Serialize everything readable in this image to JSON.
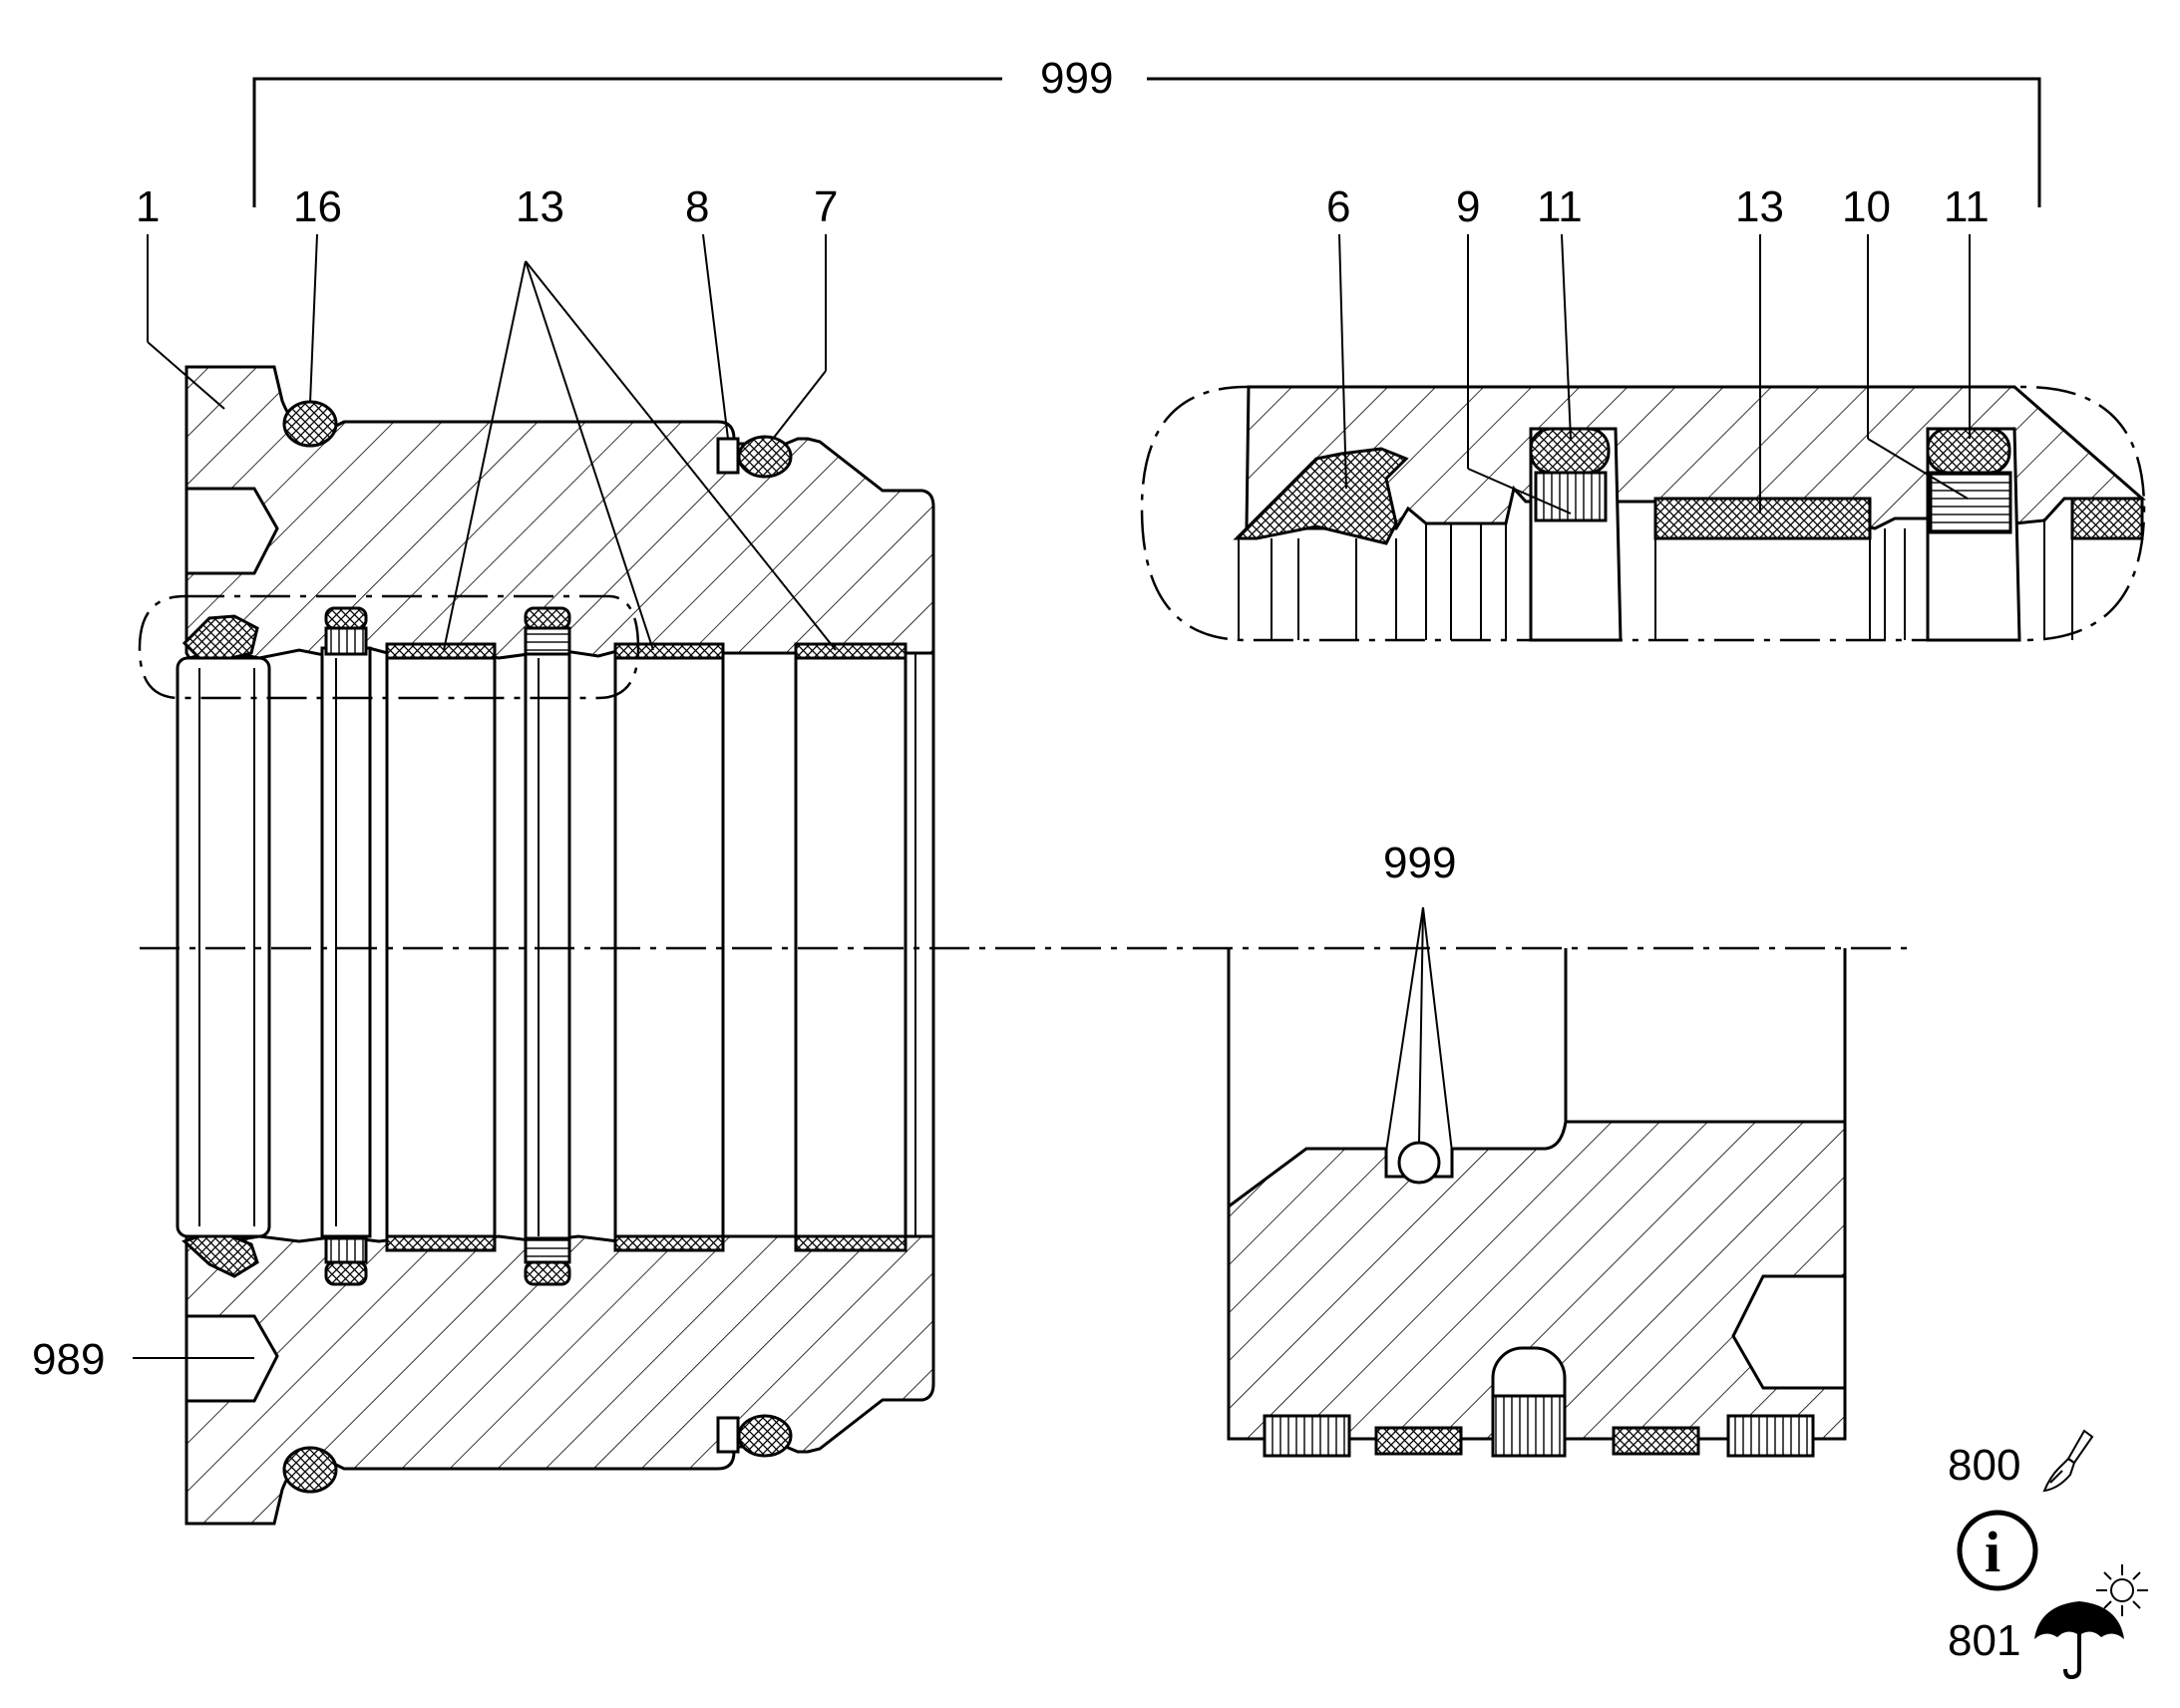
{
  "callouts": {
    "top_bracket": "999",
    "p1": "1",
    "p16": "16",
    "p13_left": "13",
    "p8": "8",
    "p7": "7",
    "p6": "6",
    "p9": "9",
    "p11_a": "11",
    "p13_right": "13",
    "p10": "10",
    "p11_b": "11",
    "detail_999": "999",
    "p989": "989",
    "p800": "800",
    "p801": "801"
  },
  "icons": {
    "brush": "paint-brush-icon",
    "info": "info-icon",
    "umbrella": "umbrella-icon",
    "sun": "sun-icon"
  },
  "symbols": {
    "info_glyph": "i"
  }
}
